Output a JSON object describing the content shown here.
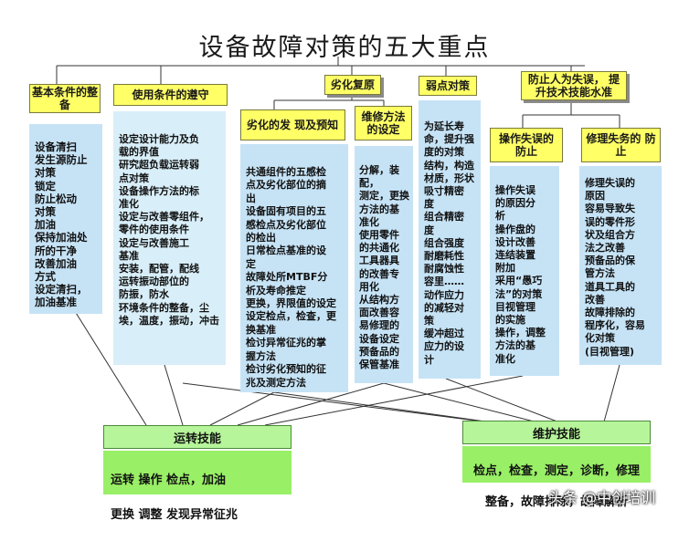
{
  "title": "设备故障对策的五大重点",
  "columns": {
    "basic": {
      "header": "基本条件的整备",
      "body": "设备清扫\n发生源防止\n对策\n锁定\n防止松动\n对策\n加油\n保持加油处\n所的干净\n改善加油\n方式\n设定清扫，\n加油基准"
    },
    "usage": {
      "header": "使用条件的遵守",
      "body": "设定设计能力及负\n载的界值\n研究超负载运转弱\n点对策\n设备操作方法的标\n准化\n设定与改善零组件，\n零件的使用条件\n设定与改善施工\n基准\n安装，配管，配线\n运转振动部位的\n防振，防水\n环境条件的整备，尘\n埃，温度，振动，冲击"
    },
    "deterioration": {
      "header": "劣化复原",
      "sub_left": {
        "header": "劣化的发\n现及预知",
        "body": "共通组件的五感检\n点及劣化部位的摘\n出\n设备固有项目的五\n感检点及劣化部位\n的检出\n日常检点基准的设\n定\n故障处所MTBF分\n析及寿命推定\n更换，界限值的设定\n设定检点，检查，更\n换基准\n检讨异常征兆的掌\n握方法\n检讨劣化预知的征\n兆及测定方法"
      },
      "sub_right": {
        "header": "维修方法\n的设定",
        "body": "分解，装配，\n测定，更换\n方法的基\n准化\n使用零件\n的共通化\n工具器具\n的改善专\n用化\n从结构方\n面改善容\n易修理的\n设备设定\n预备品的\n保管基准"
      }
    },
    "weakness": {
      "header": "弱点对策",
      "body": "为延长寿\n命，提升强\n度的对策\n结构，构造\n材质，形状\n吸寸精密\n度\n组合精密\n度\n组合强度\n耐磨耗性\n耐腐蚀性\n容里……\n动作应力\n的减轻对\n策\n缓冲超过\n应力的设\n计"
    },
    "human": {
      "header": "防止人为失误，\n提升技术技能水准",
      "sub_left": {
        "header": "操作失误的\n防止",
        "body": "操作失误\n的原因分\n析\n操作盘的\n设计改善\n连结装置\n附加\n采用“愚巧\n法”的对策\n目视管理\n的实施\n操作，调整\n方法的基\n准化"
      },
      "sub_right": {
        "header": "修理失务的\n防止",
        "body": "修理失误的\n原因\n容易导致失\n误的零件形\n状及组合方\n法之改善\n预备品的保\n管方法\n道具工具的\n改善\n故障排除的\n程序化，容易\n化对策\n(目视管理)"
      }
    }
  },
  "skills": {
    "operation": {
      "header": "运转技能",
      "line1": "运转    操作   检点，加油",
      "line2": "更换    调整   发现异常征兆"
    },
    "maintenance": {
      "header": "维护技能",
      "line1": "检点，检查，测定，诊断，修理",
      "line2": "整备，故障排除，故障解析"
    }
  },
  "watermark": "头条 @中创培训",
  "colors": {
    "header_yellow": "#ffff66",
    "panel_blue": "#c6e3f6",
    "skill_green": "#99ef66",
    "line": "#333333"
  }
}
